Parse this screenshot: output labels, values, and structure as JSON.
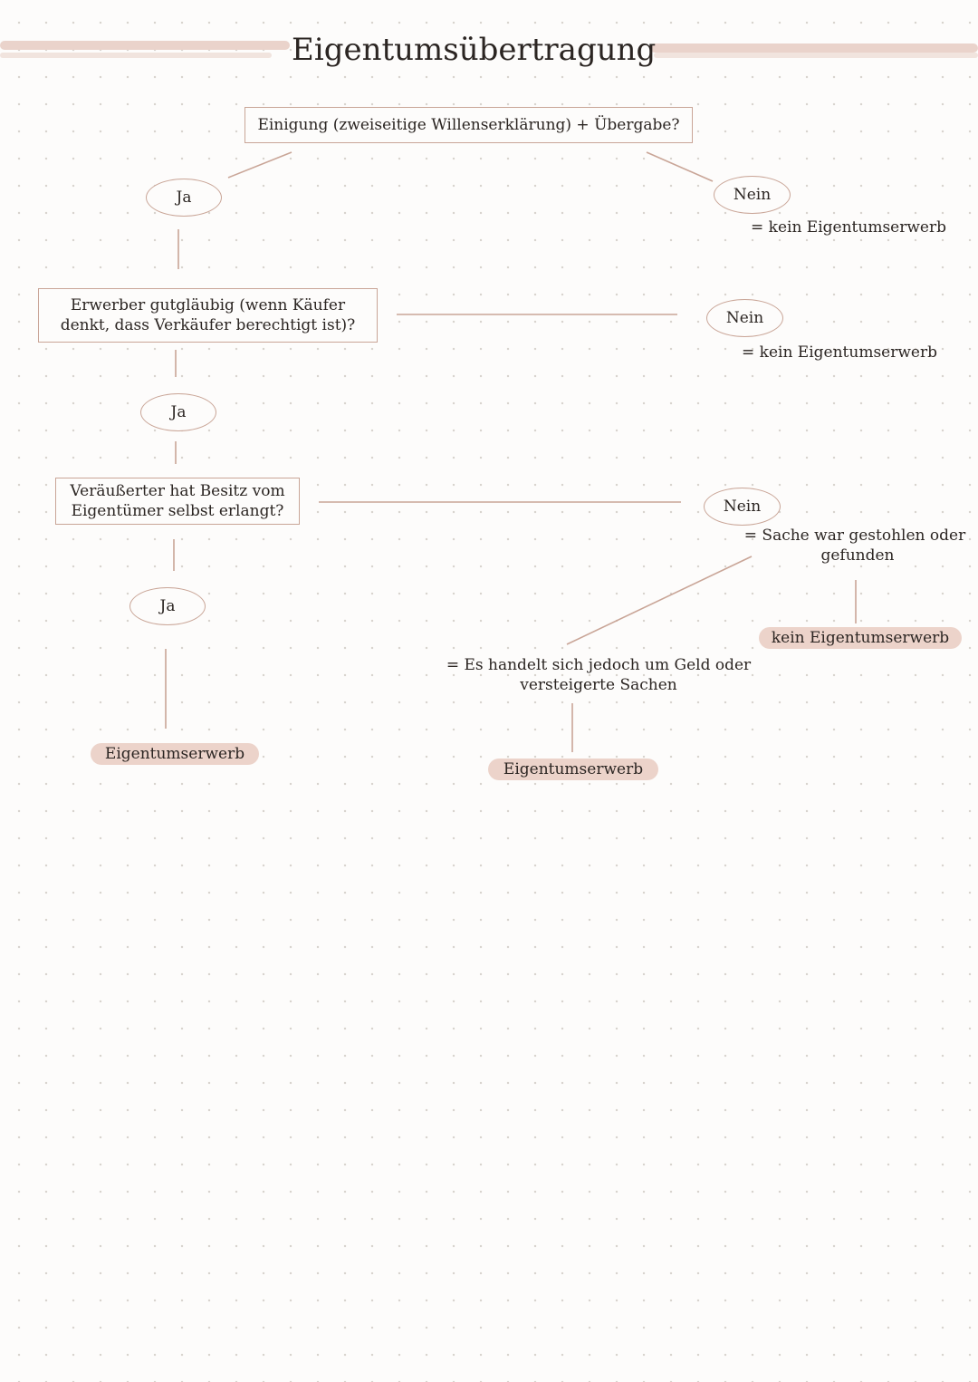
{
  "title": "Eigentumsübertragung",
  "colors": {
    "line": "#c9a597",
    "highlight": "#ecd3ca",
    "text": "#2b2522"
  },
  "steps": [
    {
      "question": "Einigung (zweiseitige Willenserklärung) + Übergabe?",
      "yes": "Ja",
      "no": "Nein",
      "no_result": "= kein Eigentumserwerb"
    },
    {
      "question_line1": "Erwerber gutgläubig (wenn Käufer",
      "question_line2": "denkt, dass Verkäufer berechtigt ist)?",
      "yes": "Ja",
      "no": "Nein",
      "no_result": "= kein Eigentumserwerb"
    },
    {
      "question_line1": "Veräußerter hat Besitz vom",
      "question_line2": "Eigentümer selbst erlangt?",
      "yes": "Ja",
      "no": "Nein",
      "no_result_line1": "= Sache war gestohlen oder",
      "no_result_line2": "gefunden"
    }
  ],
  "results": {
    "yes_final": "Eigentumserwerb",
    "stolen_final": "kein Eigentumserwerb",
    "exception_line1": "= Es handelt sich jedoch um Geld oder",
    "exception_line2": "versteigerte Sachen",
    "exception_final": "Eigentumserwerb"
  }
}
